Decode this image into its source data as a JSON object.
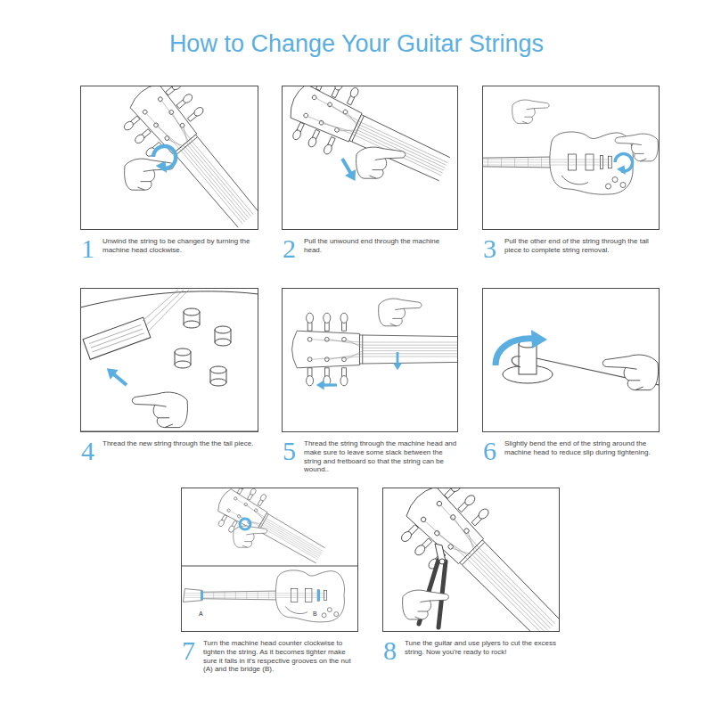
{
  "diagram": {
    "title": "How to Change Your Guitar Strings",
    "nodes": [
      {
        "text": [
          "1",
          "Unwind the string to be changed by turning the machine head clockwise."
        ]
      },
      {
        "text": [
          "2",
          "Pull the unwound end through the machine head."
        ]
      },
      {
        "text": [
          "3",
          "Pull the other end of the string through the tail piece to complete string removal."
        ]
      },
      {
        "text": [
          "4",
          "Thread the new string through the the tail piece."
        ]
      },
      {
        "text": [
          "5",
          "Thread the string through the machine head and make sure to leave some slack between the string and fretboard so that the string can be wound.."
        ]
      },
      {
        "text": [
          "6",
          "Slightly bend the end of the string around the machine head to reduce slip during tightening."
        ]
      },
      {
        "text": [
          "7",
          "Turn the machine head counter clockwise to tighten the string. As it becomes tighter make sure it falls in it's respective grooves on the nut (A) and the bridge (B)."
        ]
      },
      {
        "text": [
          "8",
          "Tune the guitar and use plyers to cut the excess string. Now you're ready to rock!"
        ]
      }
    ],
    "labels": [
      "A",
      "B"
    ]
  }
}
